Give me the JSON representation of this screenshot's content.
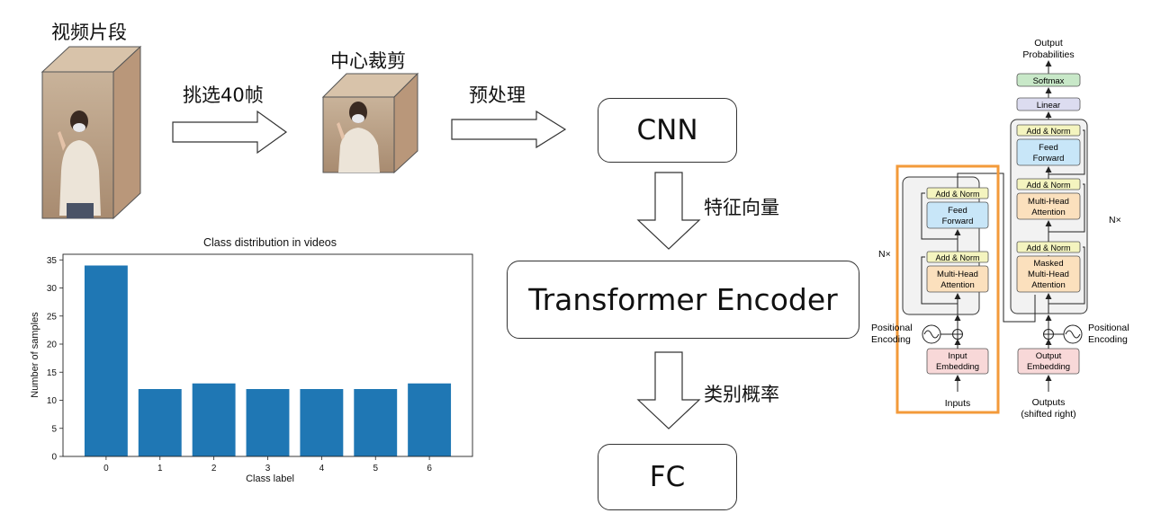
{
  "pipeline": {
    "video_clip_label": "视频片段",
    "select_frames_label": "挑选40帧",
    "center_crop_label": "中心裁剪",
    "preprocess_label": "预处理",
    "feature_vector_label": "特征向量",
    "class_prob_label": "类别概率",
    "cnn_label": "CNN",
    "transformer_label": "Transformer Encoder",
    "fc_label": "FC"
  },
  "colors": {
    "bar": "#1f77b4",
    "highlight": "#f39a3a",
    "box_border": "#333333"
  },
  "chart_data": {
    "type": "bar",
    "title": "Class distribution in videos",
    "xlabel": "Class label",
    "ylabel": "Number of samples",
    "categories": [
      "0",
      "1",
      "2",
      "3",
      "4",
      "5",
      "6"
    ],
    "values": [
      34,
      12,
      13,
      12,
      12,
      12,
      13
    ],
    "ylim": [
      0,
      36
    ],
    "yticks": [
      "0",
      "5",
      "10",
      "15",
      "20",
      "25",
      "30",
      "35"
    ],
    "grid": false
  },
  "transformer_diagram": {
    "output_prob": [
      "Output",
      "Probabilities"
    ],
    "softmax": "Softmax",
    "linear": "Linear",
    "add_norm": "Add & Norm",
    "feed_forward": [
      "Feed",
      "Forward"
    ],
    "multi_head": [
      "Multi-Head",
      "Attention"
    ],
    "masked_multi_head": [
      "Masked",
      "Multi-Head",
      "Attention"
    ],
    "nx": "N×",
    "positional_encoding": [
      "Positional",
      "Encoding"
    ],
    "input_embedding": [
      "Input",
      "Embedding"
    ],
    "output_embedding": [
      "Output",
      "Embedding"
    ],
    "inputs": "Inputs",
    "outputs": [
      "Outputs",
      "(shifted right)"
    ]
  }
}
